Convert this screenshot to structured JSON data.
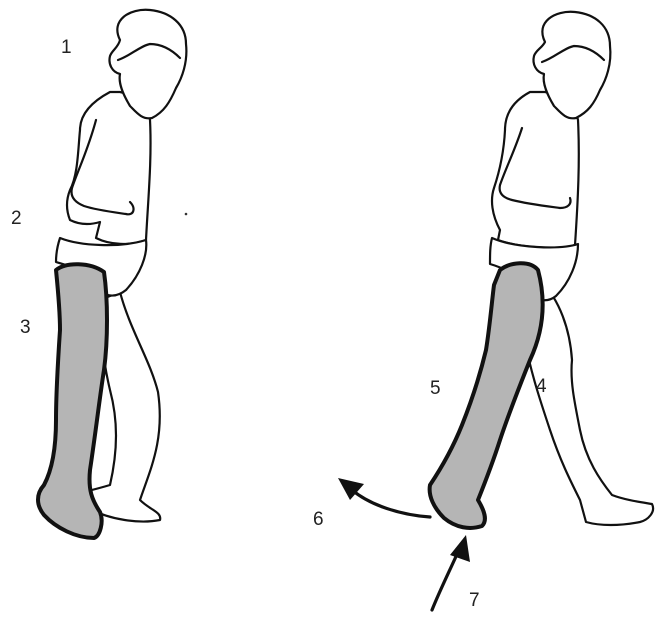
{
  "colors": {
    "shaded_leg": "#b5b5b5",
    "line": "#111111",
    "background": "#ffffff"
  },
  "labels": {
    "l1": "1",
    "l2": "2",
    "l3": "3",
    "l4": "4",
    "l5": "5",
    "l6": "6",
    "l7": "7"
  }
}
